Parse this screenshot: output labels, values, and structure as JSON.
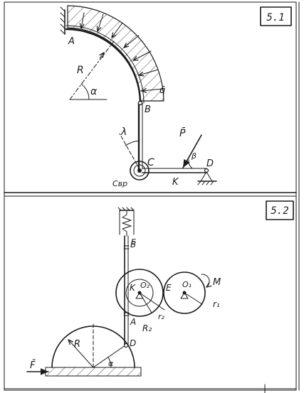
{
  "problems": [
    {
      "number": "5.1",
      "labels": {
        "A": "A",
        "R": "R",
        "alpha": "α",
        "q": "q̄",
        "B": "B",
        "lambda": "λ",
        "P": "P̄",
        "beta": "β",
        "C": "C",
        "D": "D",
        "K": "K",
        "c_spring": "Cвр"
      }
    },
    {
      "number": "5.2",
      "labels": {
        "B": "B",
        "E_top": "E",
        "K": "K",
        "O2": "O₂",
        "E": "E",
        "O1": "O₁",
        "M": "M",
        "r1": "r₁",
        "r2": "r₂",
        "R2": "R₂",
        "A": "A",
        "D": "D",
        "R": "R",
        "alpha": "α",
        "F": "F̄"
      }
    }
  ]
}
